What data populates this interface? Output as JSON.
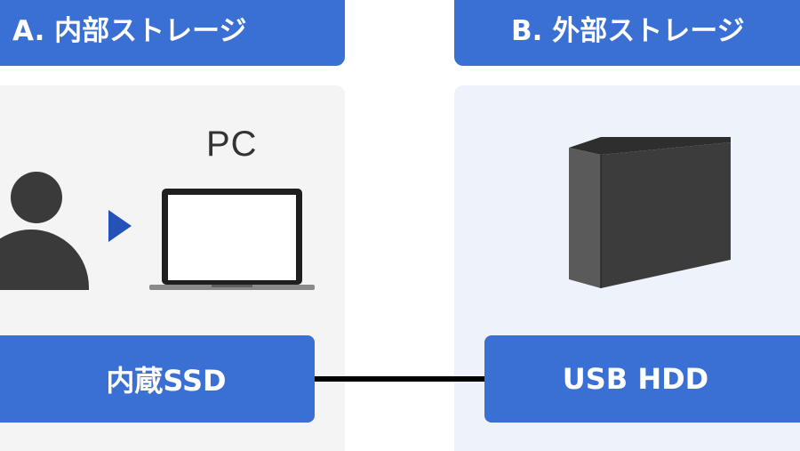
{
  "sections": {
    "a": {
      "title": "A. 内部ストレージ",
      "device_label": "PC",
      "storage_label": "内蔵SSD"
    },
    "b": {
      "title": "B. 外部ストレージ",
      "storage_label": "USB HDD"
    }
  },
  "colors": {
    "header_blue": "#3a6fd4",
    "arrow_blue": "#2452b8",
    "panel_a_bg": "#f4f4f4",
    "panel_b_bg": "#eef3fb",
    "icon_dark": "#3a3a3a"
  },
  "icons": [
    "person-icon",
    "arrow-right-icon",
    "laptop-icon",
    "external-hdd-icon"
  ]
}
